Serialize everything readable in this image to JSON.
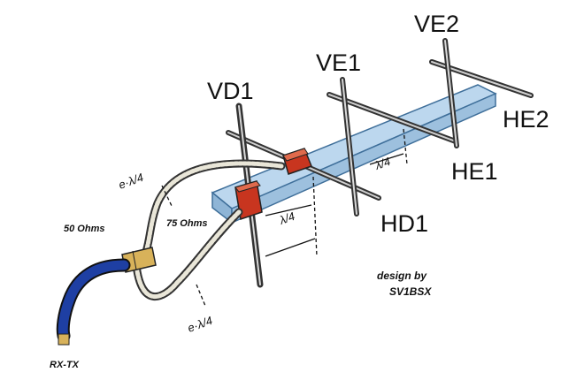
{
  "labels": {
    "vd1": "VD1",
    "ve1": "VE1",
    "ve2": "VE2",
    "hd1": "HD1",
    "he1": "HE1",
    "he2": "HE2"
  },
  "cables": {
    "ohm50": "50 Ohms",
    "ohm75": "75 Ohms",
    "rxtx": "RX-TX"
  },
  "dimensions": {
    "quarter_wave_top": "e·λ/4",
    "quarter_wave_bottom": "e·λ/4",
    "boom_quarter": "λ/4",
    "spacing_small": "λ/4"
  },
  "credit": {
    "line1": "design by",
    "line2": "SV1BSX"
  },
  "colors": {
    "boom": "#bcd7ee",
    "boom_edge": "#3f6f9a",
    "element": "#8f8f8f",
    "feed_block": "#c8351f",
    "cable_50": "#1e3fa3",
    "connector": "#d8b25a",
    "cable_75": "#e9e6d8"
  }
}
